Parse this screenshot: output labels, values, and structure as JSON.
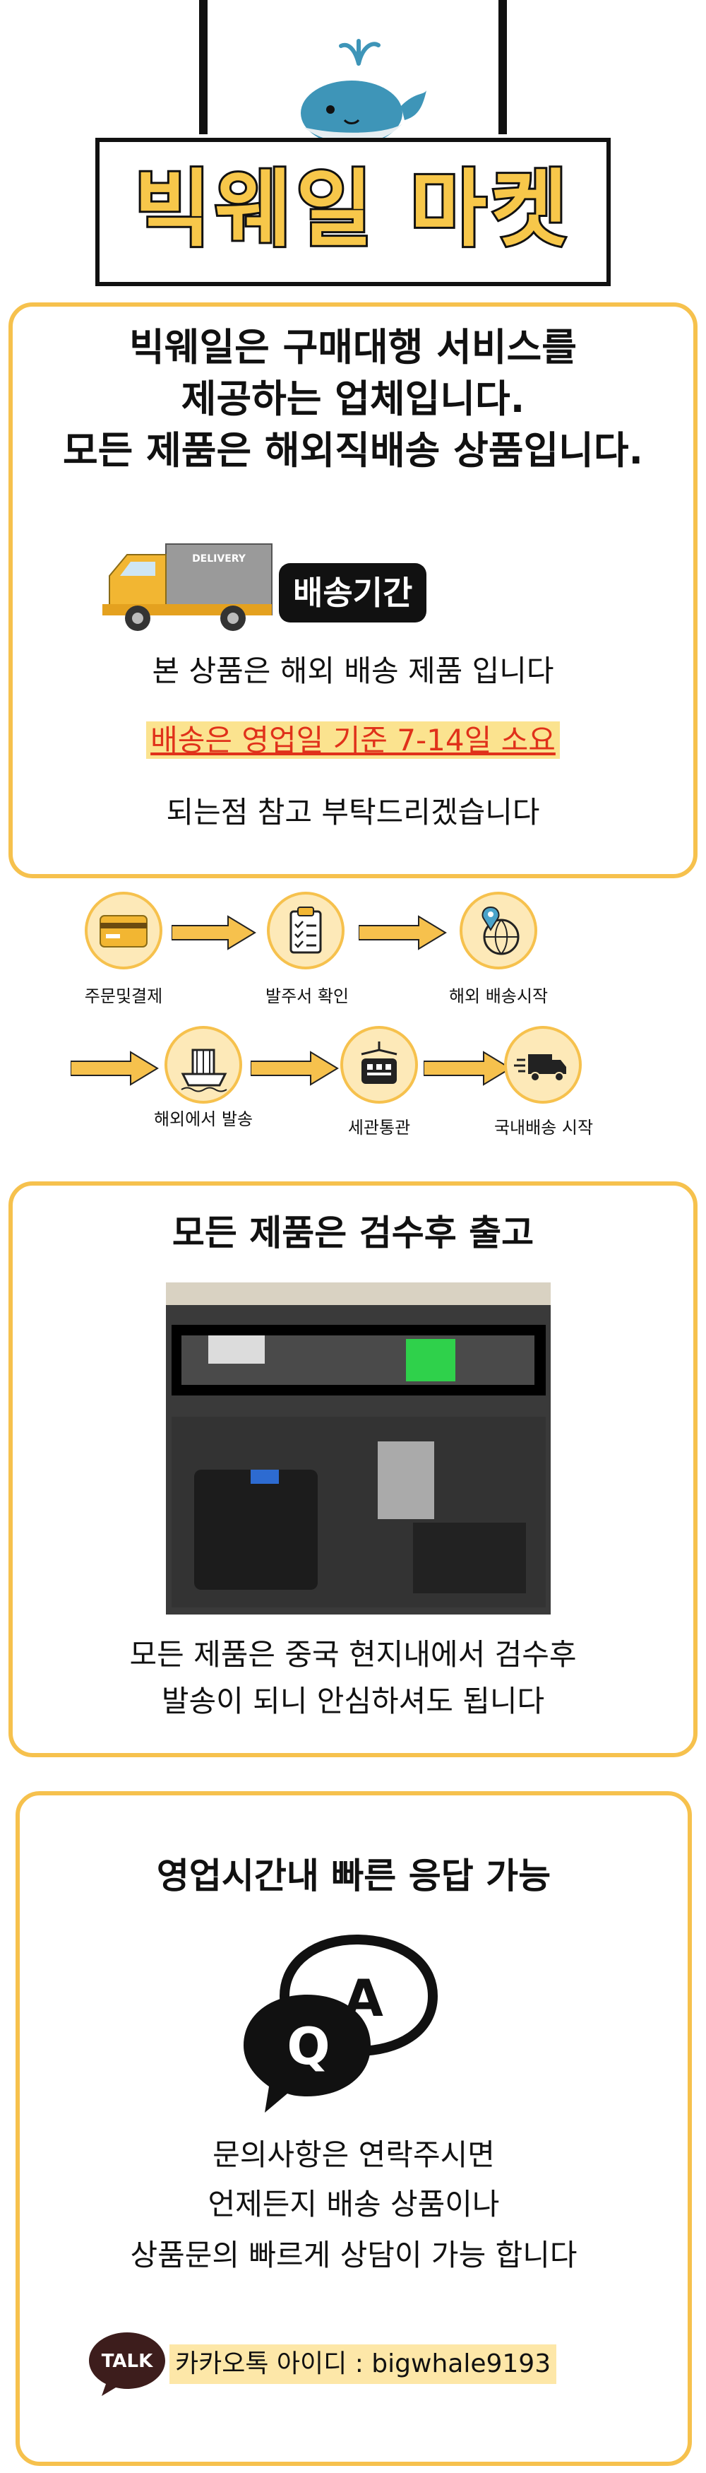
{
  "header": {
    "title": "빅웨일 마켓"
  },
  "intro": {
    "line1": "빅웨일은 구매대행 서비스를",
    "line2": "제공하는 업체입니다.",
    "line3": "모든 제품은 해외직배송 상품입니다.",
    "truck_text": "DELIVERY",
    "badge": "배송기간",
    "note1": "본 상품은 해외 배송 제품 입니다",
    "note2": "배송은 영업일 기준 7-14일 소요",
    "note3": "되는점 참고 부탁드리겠습니다"
  },
  "process": {
    "steps": [
      {
        "label": "주문및결제",
        "icon": "credit-card-icon"
      },
      {
        "label": "발주서 확인",
        "icon": "clipboard-checklist-icon"
      },
      {
        "label": "해외 배송시작",
        "icon": "globe-pin-icon"
      },
      {
        "label": "해외에서 발송",
        "icon": "cargo-ship-icon"
      },
      {
        "label": "세관통관",
        "icon": "customs-building-icon"
      },
      {
        "label": "국내배송 시작",
        "icon": "delivery-truck-icon"
      }
    ]
  },
  "inspection": {
    "title": "모든 제품은 검수후 출고",
    "desc1": "모든 제품은 중국 현지내에서 검수후",
    "desc2": "발송이 되니 안심하셔도 됩니다"
  },
  "support": {
    "title": "영업시간내 빠른 응답 가능",
    "q_letter": "Q",
    "a_letter": "A",
    "line1": "문의사항은 연락주시면",
    "line2": "언제든지 배송 상품이나",
    "line3": "상품문의 빠르게 상담이 가능 합니다",
    "talk_label": "TALK",
    "kakao_id": "카카오톡 아이디 :  bigwhale9193"
  },
  "colors": {
    "accent": "#f6c14d",
    "sign_yellow": "#f7c74a",
    "red_note": "#e0311a",
    "arrow": "#f6c14d",
    "whale": "#3e95b8"
  }
}
